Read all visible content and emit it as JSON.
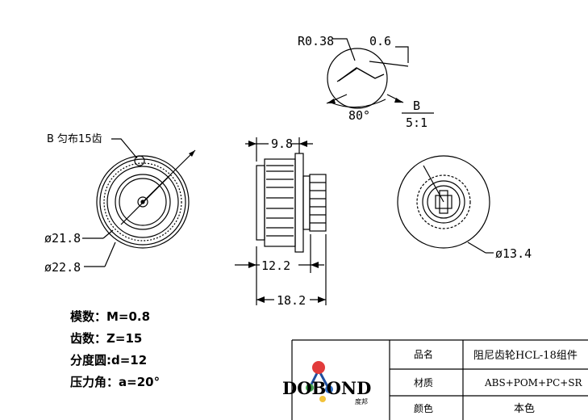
{
  "detail": {
    "radius_label": "R0.38",
    "width_label": "0.6",
    "angle_label": "80°",
    "view_label": "B",
    "scale_label": "5:1"
  },
  "front_view": {
    "teeth_note": "B 匀布15齿",
    "dia1_label": "ø21.8",
    "dia2_label": "ø22.8"
  },
  "side_view": {
    "dim_top": "9.8",
    "dim_mid": "12.2",
    "dim_bottom": "18.2"
  },
  "back_view": {
    "dia_label": "ø13.4"
  },
  "specs": {
    "module": "模数：M=0.8",
    "teeth": "齿数：Z=15",
    "pitch": "分度圆:d=12",
    "angle": "压力角：a=20°"
  },
  "title_block": {
    "logo_text": "DOBOND",
    "logo_sub": "度邦",
    "rows": [
      {
        "label": "品名",
        "value": "阻尼齿轮HCL-18组件"
      },
      {
        "label": "材质",
        "value": "ABS+POM+PC+SR"
      },
      {
        "label": "颜色",
        "value": "本色"
      }
    ]
  }
}
